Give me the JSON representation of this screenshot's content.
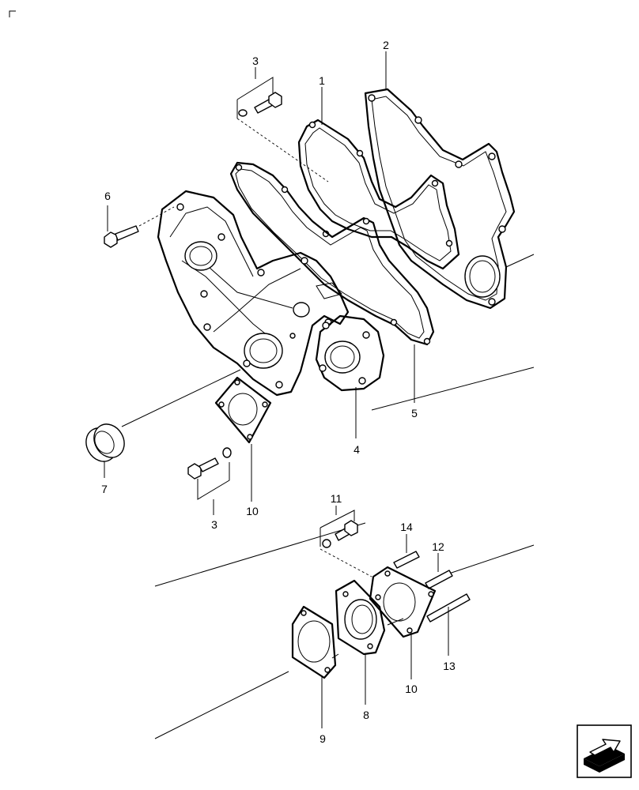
{
  "labels": [
    {
      "id": "1",
      "text": "1"
    },
    {
      "id": "2",
      "text": "2"
    },
    {
      "id": "3a",
      "text": "3"
    },
    {
      "id": "3b",
      "text": "3"
    },
    {
      "id": "4",
      "text": "4"
    },
    {
      "id": "5",
      "text": "5"
    },
    {
      "id": "6",
      "text": "6"
    },
    {
      "id": "7",
      "text": "7"
    },
    {
      "id": "8",
      "text": "8"
    },
    {
      "id": "9",
      "text": "9"
    },
    {
      "id": "10a",
      "text": "10"
    },
    {
      "id": "10b",
      "text": "10"
    },
    {
      "id": "11",
      "text": "11"
    },
    {
      "id": "12",
      "text": "12"
    },
    {
      "id": "13",
      "text": "13"
    },
    {
      "id": "14",
      "text": "14"
    }
  ],
  "nav": {
    "icon": "next-page-arrow-icon"
  }
}
